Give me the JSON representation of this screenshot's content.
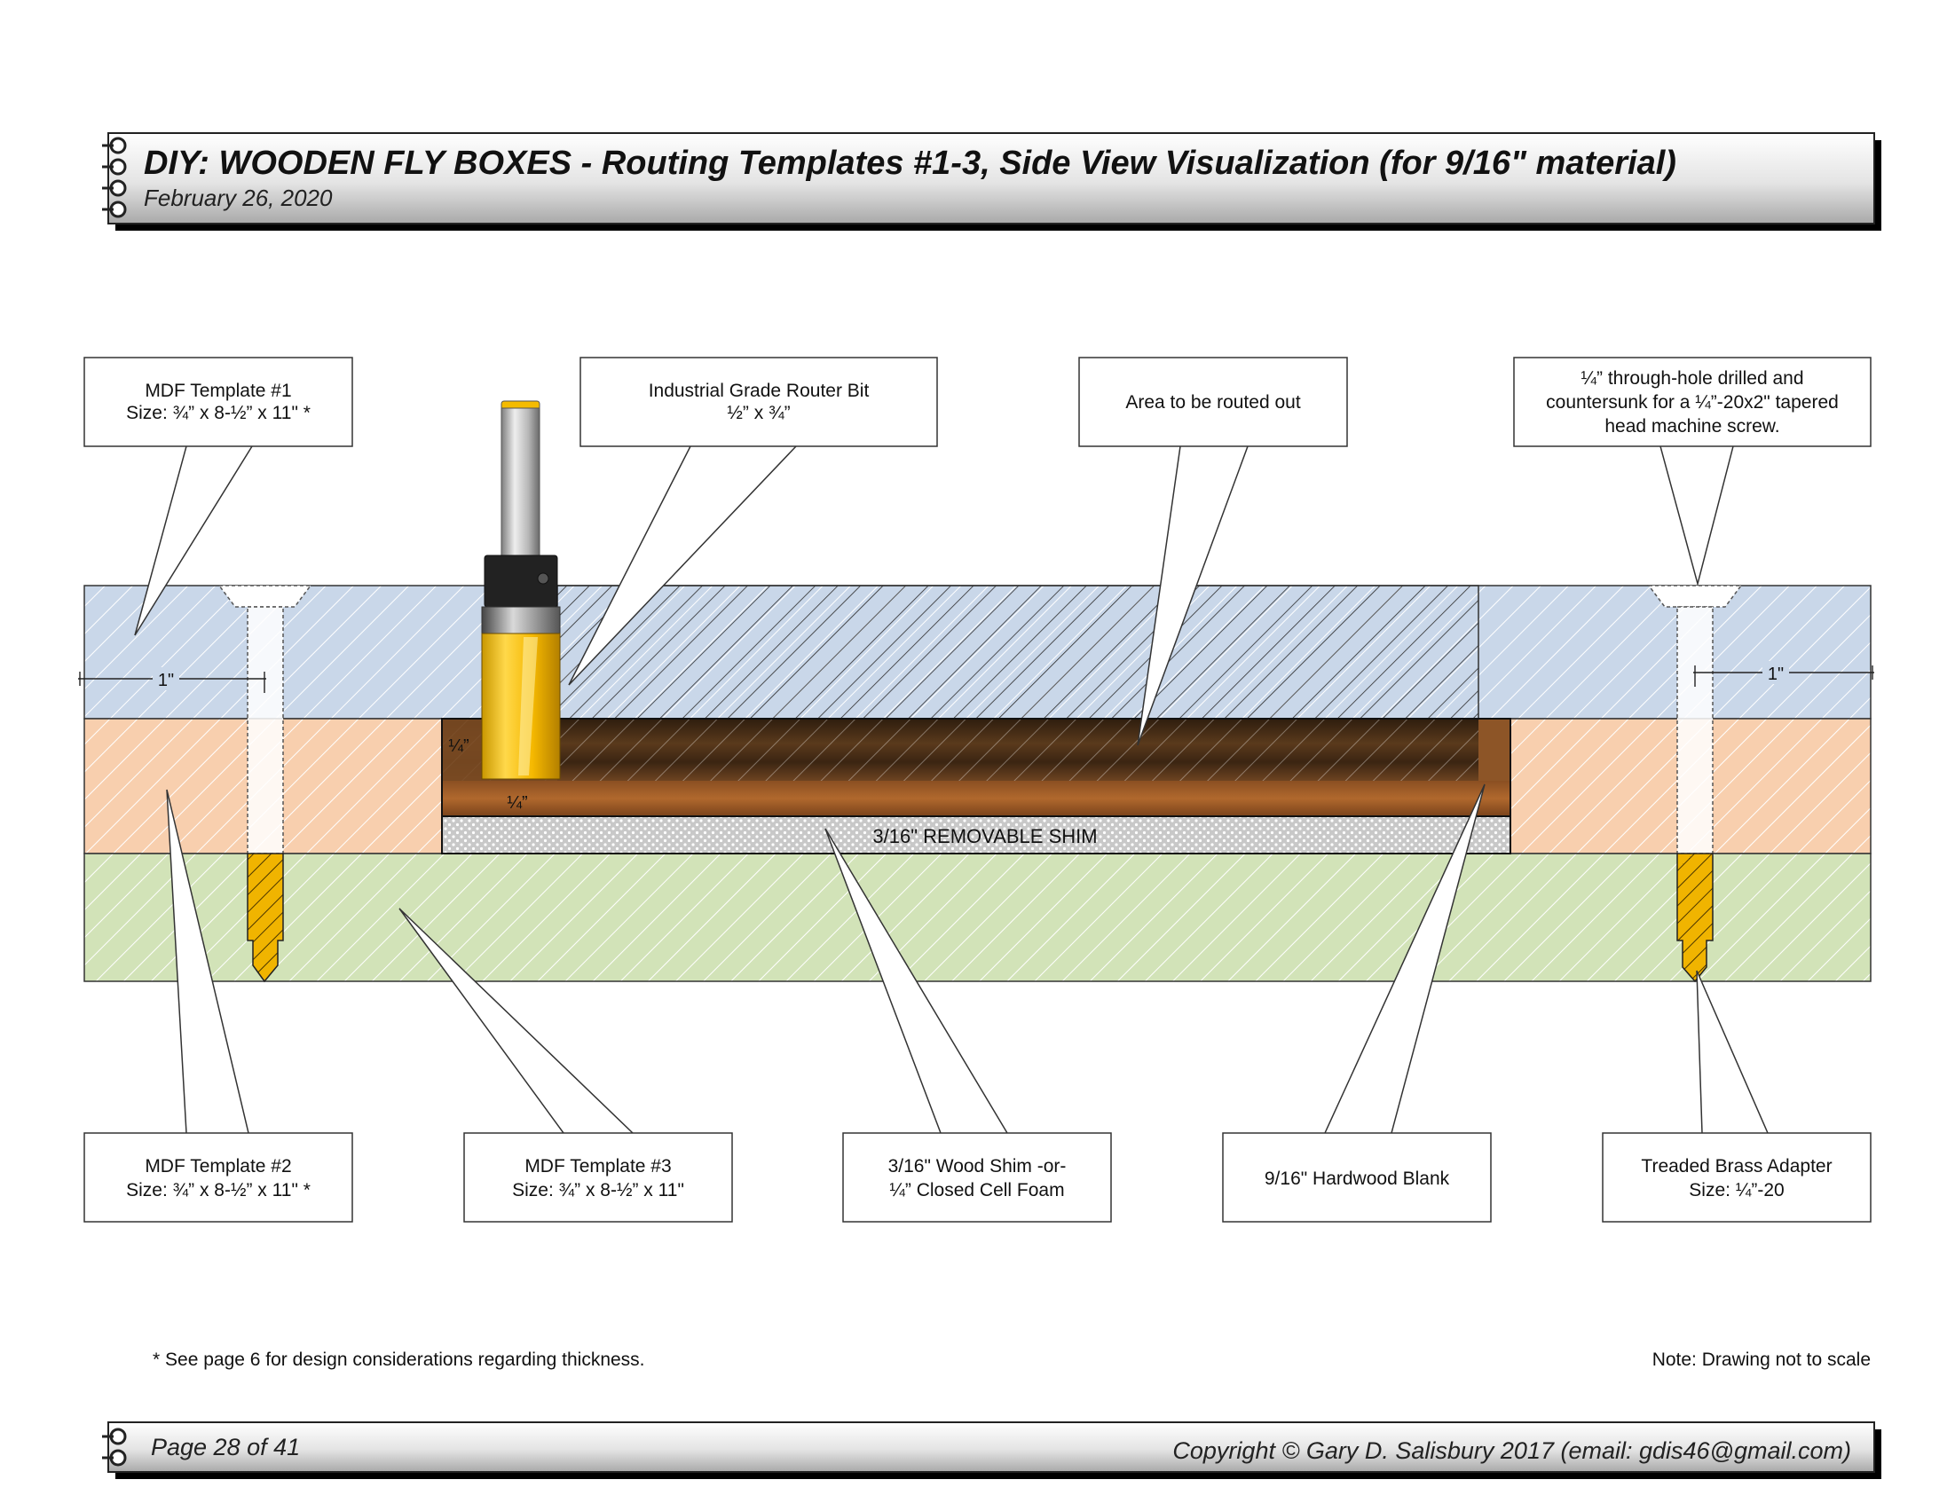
{
  "header": {
    "title": "DIY: WOODEN FLY BOXES - Routing Templates #1-3, Side View Visualization (for 9/16\" material)",
    "date": "February 26, 2020"
  },
  "callouts": {
    "template1": [
      "MDF Template #1",
      "Size: ¾” x 8-½” x 11\" *"
    ],
    "router_bit": [
      "Industrial Grade Router Bit",
      "½” x ¾”"
    ],
    "area_routed": [
      "Area to be routed out"
    ],
    "through_hole": [
      "¼” through-hole drilled and",
      "countersunk for a ¼”-20x2\" tapered",
      "head machine screw."
    ],
    "template2": [
      "MDF Template #2",
      "Size: ¾” x 8-½” x 11\" *"
    ],
    "template3": [
      "MDF Template #3",
      "Size: ¾” x 8-½” x 11\""
    ],
    "wood_shim": [
      "3/16\" Wood Shim -or-",
      "¼” Closed Cell Foam"
    ],
    "hardwood_blank": [
      "9/16\" Hardwood Blank"
    ],
    "brass_adapter": [
      "Treaded Brass Adapter",
      "Size: ¼”-20"
    ]
  },
  "dimensions": {
    "left_offset": "1\"",
    "right_offset": "1\"",
    "quarter_vertical": "¼”",
    "quarter_horizontal": "¼”"
  },
  "shim_label": "3/16\" REMOVABLE SHIM",
  "notes": {
    "footnote": "*  See page 6 for design considerations regarding thickness.",
    "scale_note": "Note: Drawing not to scale"
  },
  "footer": {
    "page": "Page 28 of 41",
    "copyright": "Copyright © Gary D. Salisbury 2017 (email: gdis46@gmail.com)"
  },
  "colors": {
    "template1_blue": "#c9d7e9",
    "template2_orange": "#f8cfae",
    "template3_green": "#d2e3b8",
    "wood_dark": "#3a2614",
    "wood_mid": "#6b3f1d",
    "router_yellow": "#f7c400",
    "brass": "#f0b400"
  }
}
